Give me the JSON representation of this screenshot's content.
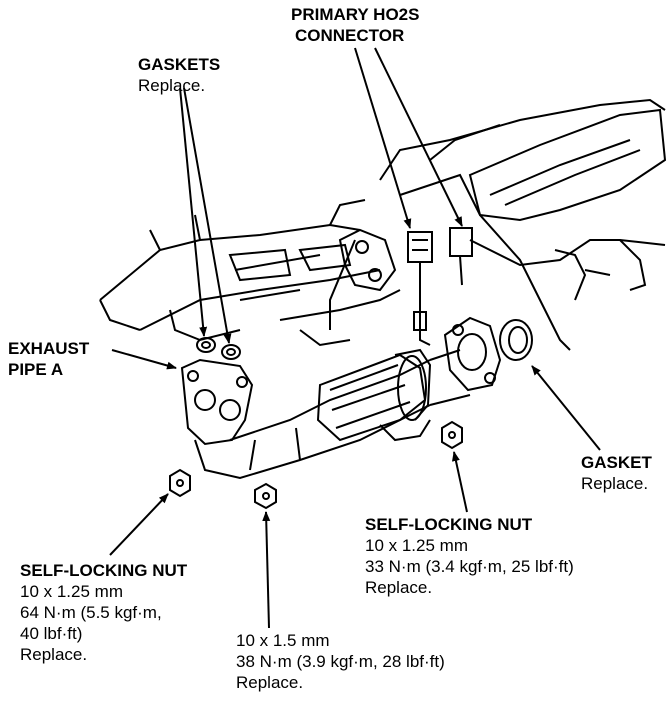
{
  "labels": {
    "primary_ho2s": {
      "line1": "PRIMARY HO2S",
      "line2": "CONNECTOR"
    },
    "gaskets_top": {
      "title": "GASKETS",
      "note": "Replace."
    },
    "exhaust_pipe": {
      "line1": "EXHAUST",
      "line2": "PIPE A"
    },
    "gasket_right": {
      "title": "GASKET",
      "note": "Replace."
    },
    "nut_right": {
      "title": "SELF-LOCKING NUT",
      "size": "10 x 1.25 mm",
      "torque": "33 N·m (3.4 kgf·m, 25 lbf·ft)",
      "note": "Replace."
    },
    "nut_left": {
      "title": "SELF-LOCKING NUT",
      "size": "10 x 1.25 mm",
      "torque1": "64 N·m (5.5 kgf·m,",
      "torque2": "40 lbf·ft)",
      "note": "Replace."
    },
    "nut_bottom": {
      "size": "10 x 1.5 mm",
      "torque": "38 N·m (3.9 kgf·m, 28 lbf·ft)",
      "note": "Replace."
    }
  }
}
